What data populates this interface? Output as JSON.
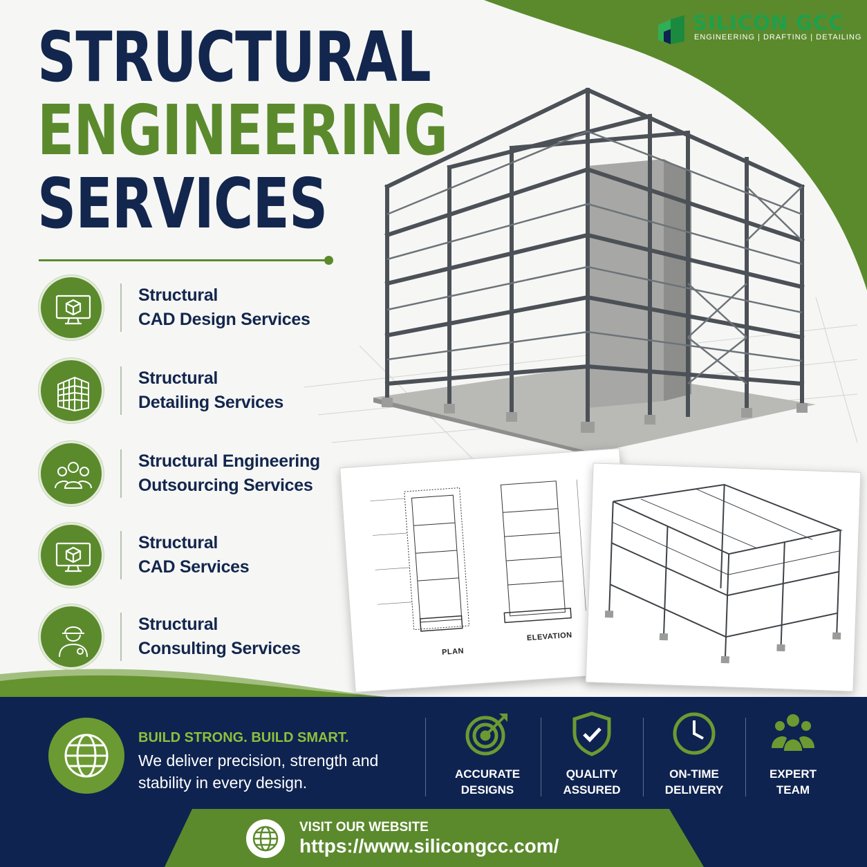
{
  "logo": {
    "name": "SILICON GCC",
    "tagline": "ENGINEERING  |  DRAFTING  |  DETAILING"
  },
  "title": {
    "line1": "STRUCTURAL",
    "line2": "ENGINEERING",
    "line3": "SERVICES"
  },
  "services": [
    {
      "line1": "Structural",
      "line2": "CAD Design Services",
      "icon": "monitor-cube-icon"
    },
    {
      "line1": "Structural",
      "line2": "Detailing Services",
      "icon": "building-frame-icon"
    },
    {
      "line1": "Structural Engineering",
      "line2": "Outsourcing Services",
      "icon": "team-icon"
    },
    {
      "line1": "Structural",
      "line2": "CAD Services",
      "icon": "monitor-cube-icon"
    },
    {
      "line1": "Structural",
      "line2": "Consulting Services",
      "icon": "engineer-icon"
    }
  ],
  "drawings": {
    "plan_label": "PLAN",
    "elevation_label": "ELEVATION"
  },
  "slogan": {
    "headline": "BUILD STRONG. BUILD SMART.",
    "body": "We deliver precision, strength and stability in every design.",
    "icon": "globe-icon"
  },
  "features": [
    {
      "line1": "ACCURATE",
      "line2": "DESIGNS",
      "icon": "target-icon"
    },
    {
      "line1": "QUALITY",
      "line2": "ASSURED",
      "icon": "shield-check-icon"
    },
    {
      "line1": "ON-TIME",
      "line2": "DELIVERY",
      "icon": "clock-icon"
    },
    {
      "line1": "EXPERT",
      "line2": "TEAM",
      "icon": "people-icon"
    }
  ],
  "website": {
    "label": "VISIT OUR WEBSITE",
    "url": "https://www.silicongcc.com/"
  },
  "colors": {
    "navy": "#13264d",
    "green": "#5b8a2d",
    "band": "#0f2350",
    "accent_light_green": "#8fbf3d"
  }
}
